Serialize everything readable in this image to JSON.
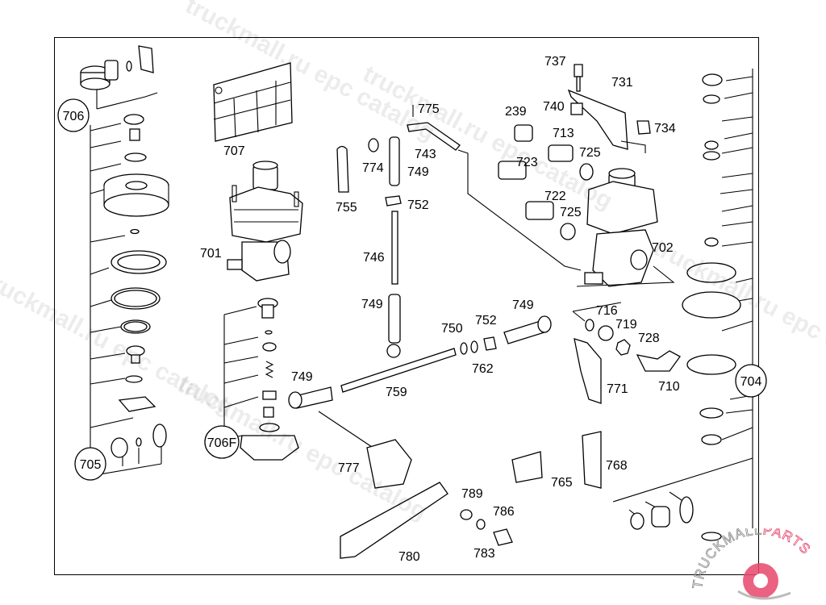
{
  "diagram": {
    "title": "Compressed air brake valve assembly - exploded parts view",
    "group_callouts": [
      {
        "id": "g706",
        "label": "706"
      },
      {
        "id": "g705",
        "label": "705"
      },
      {
        "id": "g706F",
        "label": "706F"
      },
      {
        "id": "g704",
        "label": "704"
      }
    ],
    "part_labels": [
      {
        "id": "p707",
        "label": "707"
      },
      {
        "id": "p701",
        "label": "701"
      },
      {
        "id": "p755",
        "label": "755"
      },
      {
        "id": "p774",
        "label": "774"
      },
      {
        "id": "p775",
        "label": "775"
      },
      {
        "id": "p743",
        "label": "743"
      },
      {
        "id": "p749a",
        "label": "749"
      },
      {
        "id": "p752a",
        "label": "752"
      },
      {
        "id": "p746",
        "label": "746"
      },
      {
        "id": "p749b",
        "label": "749"
      },
      {
        "id": "p737",
        "label": "737"
      },
      {
        "id": "p731",
        "label": "731"
      },
      {
        "id": "p239",
        "label": "239"
      },
      {
        "id": "p740",
        "label": "740"
      },
      {
        "id": "p713",
        "label": "713"
      },
      {
        "id": "p734",
        "label": "734"
      },
      {
        "id": "p723",
        "label": "723"
      },
      {
        "id": "p725a",
        "label": "725"
      },
      {
        "id": "p722",
        "label": "722"
      },
      {
        "id": "p725b",
        "label": "725"
      },
      {
        "id": "p702",
        "label": "702"
      },
      {
        "id": "p750",
        "label": "750"
      },
      {
        "id": "p752b",
        "label": "752"
      },
      {
        "id": "p749c",
        "label": "749"
      },
      {
        "id": "p762",
        "label": "762"
      },
      {
        "id": "p749d",
        "label": "749"
      },
      {
        "id": "p759",
        "label": "759"
      },
      {
        "id": "p716",
        "label": "716"
      },
      {
        "id": "p719",
        "label": "719"
      },
      {
        "id": "p728",
        "label": "728"
      },
      {
        "id": "p771",
        "label": "771"
      },
      {
        "id": "p710",
        "label": "710"
      },
      {
        "id": "p777",
        "label": "777"
      },
      {
        "id": "p789",
        "label": "789"
      },
      {
        "id": "p786",
        "label": "786"
      },
      {
        "id": "p783",
        "label": "783"
      },
      {
        "id": "p780",
        "label": "780"
      },
      {
        "id": "p765",
        "label": "765"
      },
      {
        "id": "p768",
        "label": "768"
      }
    ]
  },
  "watermarks": [
    "truckmall.ru epc catalog",
    "truckmall.ru epc catalog",
    "truckmall.ru epc catalog",
    "truckmall.ru epc catalog",
    "truckmall.ru epc catalog"
  ],
  "logo": {
    "text_left": "TRUCKMALL",
    "text_right": "PARTS",
    "accent_color": "#e8456b"
  }
}
